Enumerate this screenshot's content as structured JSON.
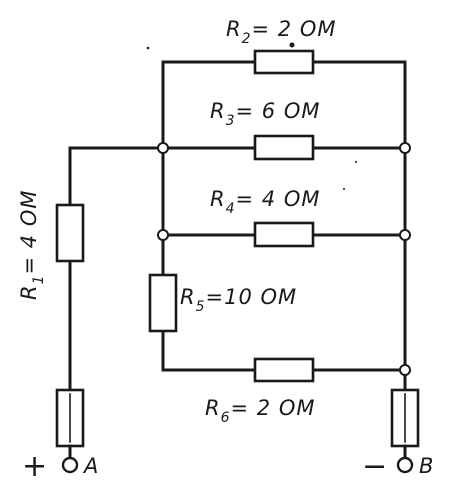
{
  "diagram": {
    "resistors": {
      "r1": {
        "symbol": "R",
        "index": "1",
        "value": "= 4 ОМ"
      },
      "r2": {
        "symbol": "R",
        "index": "2",
        "value": "= 2 ОМ"
      },
      "r3": {
        "symbol": "R",
        "index": "3",
        "value": "= 6 ОМ"
      },
      "r4": {
        "symbol": "R",
        "index": "4",
        "value": "= 4 ОМ"
      },
      "r5": {
        "symbol": "R",
        "index": "5",
        "value": "=10 ОМ"
      },
      "r6": {
        "symbol": "R",
        "index": "6",
        "value": "= 2 ОМ"
      }
    },
    "terminals": {
      "a": {
        "sign": "+",
        "name": "A"
      },
      "b": {
        "sign": "−",
        "name": "B"
      }
    }
  }
}
